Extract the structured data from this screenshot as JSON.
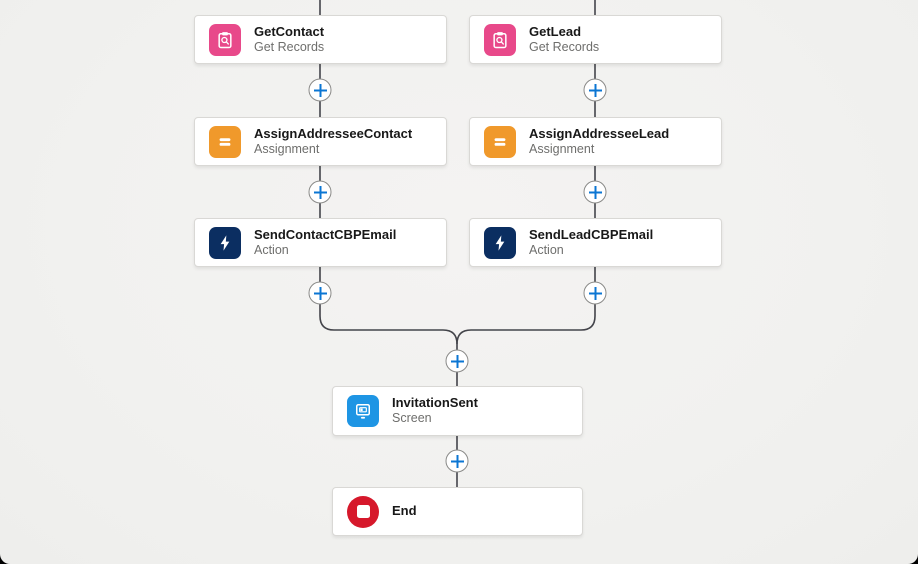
{
  "app": "flow-builder-canvas",
  "colors": {
    "canvas_background": "#f1f1ef",
    "connector_line": "#43444a",
    "plus_accent": "#0b76d3",
    "get_records": "#e8498a",
    "assignment": "#f0992b",
    "action": "#0b2e61",
    "screen": "#1e95e4",
    "end": "#d6182b"
  },
  "nodes": [
    {
      "title": "GetContact",
      "subtitle": "Get Records",
      "type": "get-records",
      "icon": "record-lookup-icon"
    },
    {
      "title": "GetLead",
      "subtitle": "Get Records",
      "type": "get-records",
      "icon": "record-lookup-icon"
    },
    {
      "title": "AssignAddresseeContact",
      "subtitle": "Assignment",
      "type": "assignment",
      "icon": "assignment-icon"
    },
    {
      "title": "AssignAddresseeLead",
      "subtitle": "Assignment",
      "type": "assignment",
      "icon": "assignment-icon"
    },
    {
      "title": "SendContactCBPEmail",
      "subtitle": "Action",
      "type": "action",
      "icon": "lightning-bolt-icon"
    },
    {
      "title": "SendLeadCBPEmail",
      "subtitle": "Action",
      "type": "action",
      "icon": "screen-monitor-icon"
    },
    {
      "title": "InvitationSent",
      "subtitle": "Screen",
      "type": "screen",
      "icon": "screen-monitor-icon"
    },
    {
      "title": "End",
      "subtitle": "",
      "type": "end",
      "icon": "end-stop-icon"
    }
  ],
  "connectors": {
    "add_element_buttons": 8,
    "plus_glyph": "+"
  }
}
